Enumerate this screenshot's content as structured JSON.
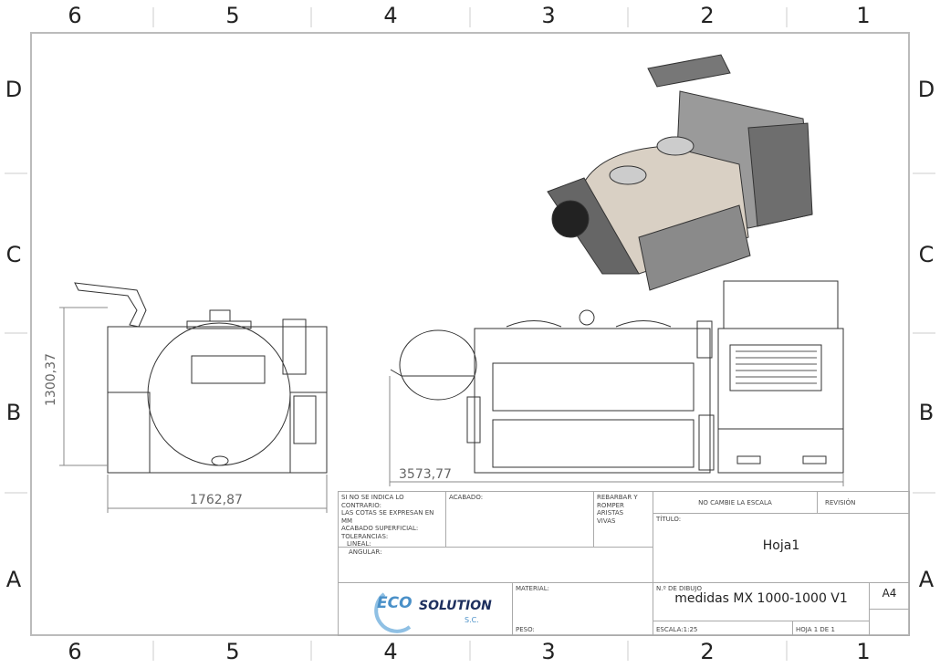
{
  "zones": {
    "columns": [
      "6",
      "5",
      "4",
      "3",
      "2",
      "1"
    ],
    "rows": [
      "D",
      "C",
      "B",
      "A"
    ]
  },
  "dimensions": {
    "height": "1300,37",
    "width_front": "1762,87",
    "length": "3573,77"
  },
  "title_block": {
    "notes": [
      "SI NO SE INDICA LO CONTRARIO:",
      "LAS COTAS SE EXPRESAN EN MM",
      "ACABADO SUPERFICIAL:",
      "TOLERANCIAS:",
      "LINEAL:",
      "ANGULAR:"
    ],
    "acabado_label": "ACABADO:",
    "rebarbar": [
      "REBARBAR Y",
      "ROMPER ARISTAS",
      "VIVAS"
    ],
    "material_label": "MATERIAL:",
    "peso_label": "PESO:",
    "no_cambie": "NO CAMBIE LA ESCALA",
    "revision_label": "REVISIÓN",
    "titulo_label": "TÍTULO:",
    "titulo": "Hoja1",
    "dibujo_label": "N.º DE DIBUJO",
    "dibujo": "medidas MX 1000-1000 V1",
    "size": "A4",
    "escala": "ESCALA:1:25",
    "hoja": "HOJA 1 DE 1"
  },
  "logo": {
    "eco": "ECO",
    "solution": "SOLUTION",
    "sc": "S.C.",
    "colors": {
      "eco": "#4a90c8",
      "solution": "#1d2f5e"
    }
  }
}
